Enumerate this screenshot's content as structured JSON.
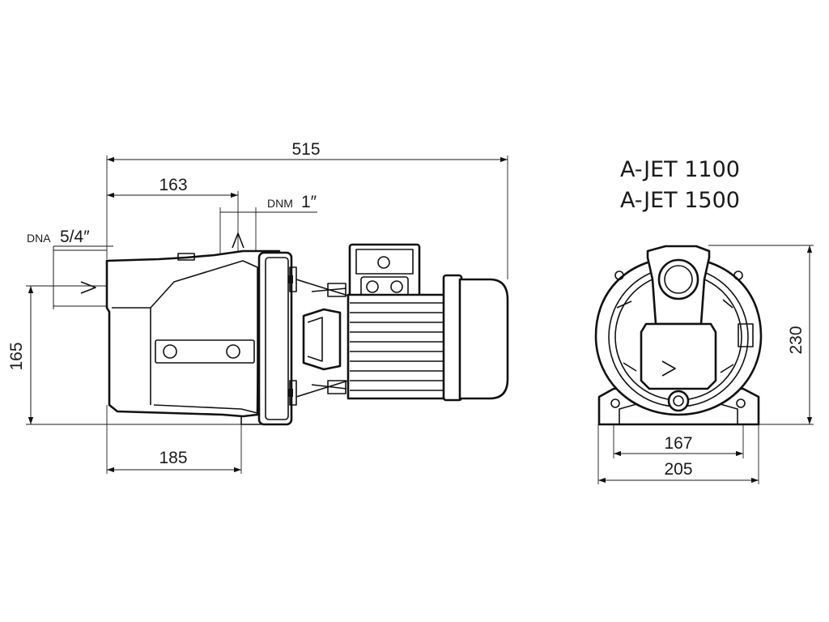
{
  "models": [
    "A-JET 1100",
    "A-JET 1500"
  ],
  "dimensions": {
    "total_length": "515",
    "inlet_to_outlet": "163",
    "outlet_label": "DNM",
    "outlet_size": "1″",
    "inlet_label": "DNA",
    "inlet_size": "5/4″",
    "height_left": "165",
    "base_left": "185",
    "height_right": "230",
    "base_inner": "167",
    "base_outer": "205"
  },
  "colors": {
    "line": "#111111",
    "background": "#ffffff"
  }
}
